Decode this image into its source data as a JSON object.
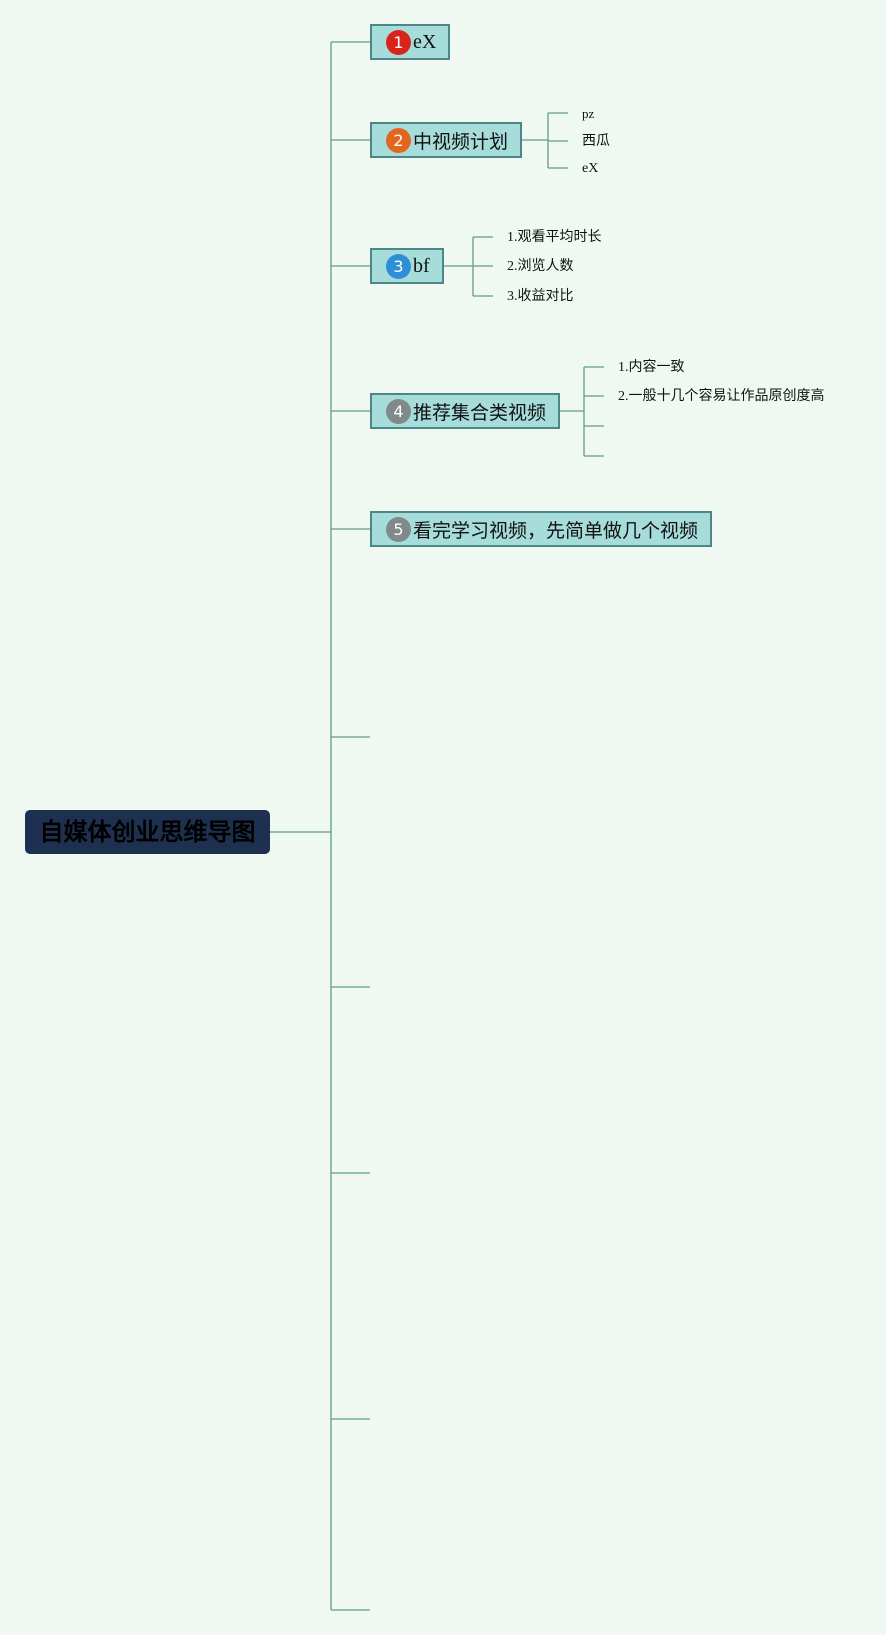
{
  "root": {
    "label": "自媒体创业思维导图"
  },
  "topics": [
    {
      "number": "1",
      "label": "eX",
      "badge_color": "#d9241b",
      "children": []
    },
    {
      "number": "2",
      "label": "中视频计划",
      "badge_color": "#e3661e",
      "children": [
        "pz",
        "西瓜",
        "eX"
      ]
    },
    {
      "number": "3",
      "label": "bf",
      "badge_color": "#2e8fd6",
      "children": [
        "1.观看平均时长",
        "2.浏览人数",
        "3.收益对比"
      ]
    },
    {
      "number": "4",
      "label": "推荐集合类视频",
      "badge_color": "#808a8a",
      "children": [
        "1.内容一致",
        "2.一般十几个容易让作品原创度高",
        "",
        ""
      ]
    },
    {
      "number": "5",
      "label": "看完学习视频，先简单做几个视频",
      "badge_color": "#808a8a",
      "children": []
    }
  ],
  "colors": {
    "line": "#5f9c8f",
    "background": "#f0f9f1",
    "root_fill": "#1e3050",
    "topic_fill": "#a6dcda"
  }
}
